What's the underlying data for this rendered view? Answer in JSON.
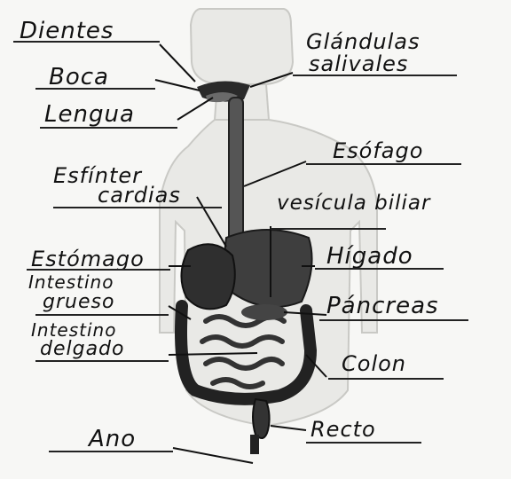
{
  "labels": {
    "dientes": "Dientes",
    "boca": "Boca",
    "lengua": "Lengua",
    "glandulas_line1": "Glándulas",
    "glandulas_line2": "salivales",
    "esofago": "Esófago",
    "esfinter_line1": "Esfínter",
    "esfinter_line2": "cardias",
    "vesicula": "vesícula biliar",
    "estomago": "Estómago",
    "higado": "Hígado",
    "intestino_grueso_line1": "Intestino",
    "intestino_grueso_line2": "grueso",
    "pancreas": "Páncreas",
    "intestino_delgado_line1": "Intestino",
    "intestino_delgado_line2": "delgado",
    "colon": "Colon",
    "recto": "Recto",
    "ano": "Ano"
  }
}
